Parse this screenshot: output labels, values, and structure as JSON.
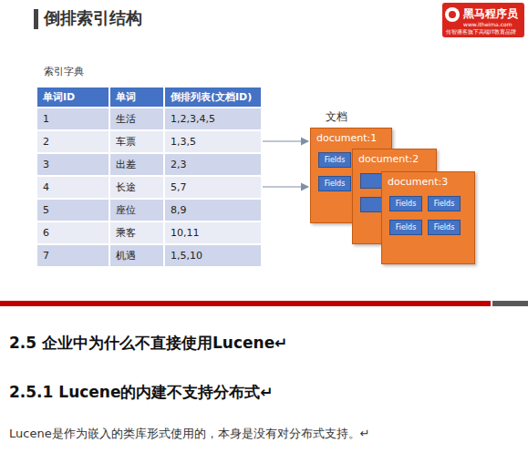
{
  "diagram": {
    "title": "倒排索引结构",
    "nodes": [
      {
        "text": [
          "document:1"
        ]
      },
      {
        "text": [
          "Fields"
        ],
        "in": 0
      },
      {
        "text": [
          "Fields"
        ],
        "in": 0
      },
      {
        "text": [
          "document:2"
        ]
      },
      {
        "text": [
          "document:3"
        ]
      },
      {
        "text": [
          "Fields"
        ],
        "in": 4
      },
      {
        "text": [
          "Fields"
        ],
        "in": 4
      },
      {
        "text": [
          "Fields"
        ],
        "in": 4
      },
      {
        "text": [
          "Fields"
        ],
        "in": 4
      }
    ],
    "labels": [
      "索引字典",
      "单词ID",
      "单词",
      "倒排列表(文档ID)",
      "1",
      "生活",
      "1,2,3,4,5",
      "2",
      "车票",
      "1,3,5",
      "3",
      "出差",
      "2,3",
      "4",
      "长途",
      "5,7",
      "5",
      "座位",
      "8,9",
      "6",
      "乘客",
      "10,11",
      "7",
      "机遇",
      "1,5,10",
      "文档",
      "黑马程序员",
      "www.itheima.com",
      "传智播客旗下高端IT教育品牌",
      "2.5 企业中为什么不直接使用Lucene↵",
      "2.5.1 Lucene的内建不支持分布式↵",
      "Lucene是作为嵌入的类库形式使用的，本身是没有对分布式支持。↵"
    ]
  }
}
